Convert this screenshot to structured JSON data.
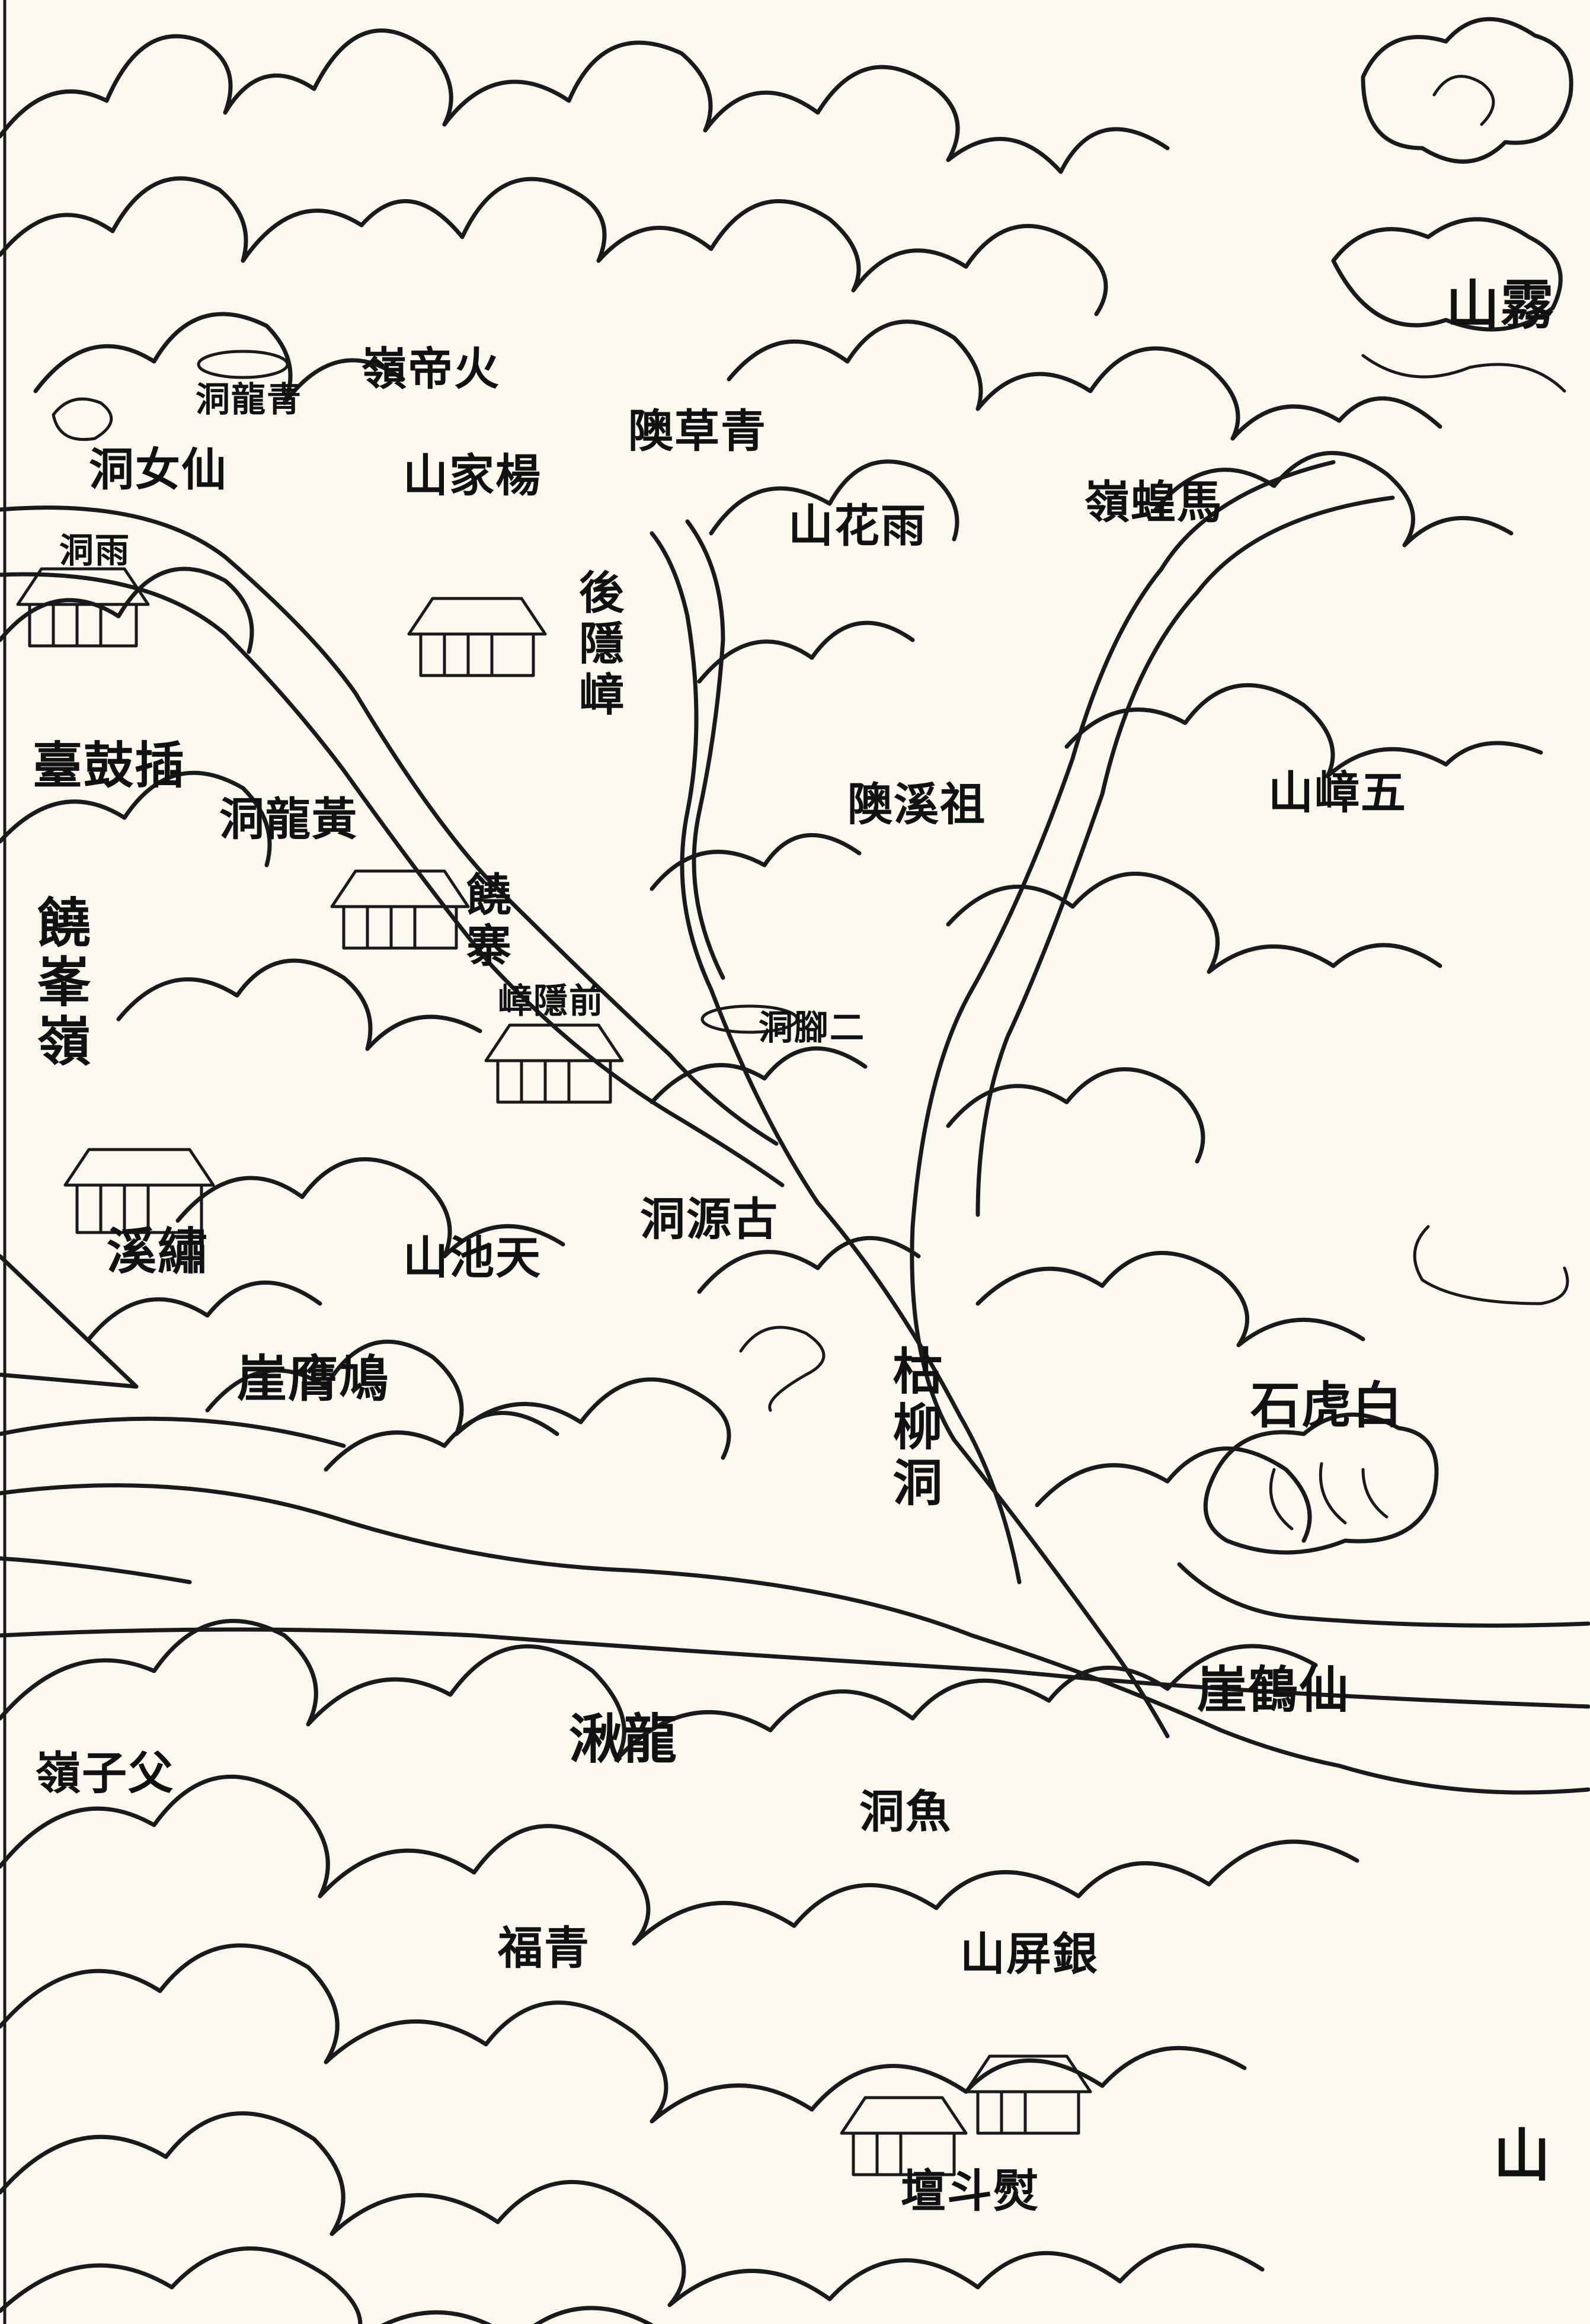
{
  "colors": {
    "paper": "#fbf8f0",
    "ink": "#1a1a1a"
  },
  "labels": {
    "qinglong_dong_top": "洞龍青",
    "huodi_ling": "嶺帝火",
    "xiannu_dong": "洞女仙",
    "yangjia_shan": "山家楊",
    "qingcao_ao": "隩草青",
    "yuhua_shan": "山花雨",
    "mahuang_ling": "嶺蝗馬",
    "wu_shan": "山霧",
    "yuchi_dong": "洞雨",
    "houzhang_zhang": "後隱嶂",
    "chagu_tai": "臺鼓插",
    "huanglong_dong": "洞龍黃",
    "zuxi_ao": "隩溪祖",
    "wuzhang_shan": "山嶂五",
    "raofeng_ling": "饒峯嶺",
    "raozhai": "饒寨",
    "qianzhang_zhang": "嶂隱前",
    "erjiao_dong": "洞腳二",
    "xiuxi": "溪繡",
    "tianchi_shan": "山池天",
    "guyuan_dong": "洞源古",
    "wuying_ya": "崖膺鳩",
    "kuliu_dong": "枯柳洞",
    "baihu_shi": "石虎白",
    "xianhe_ya": "崖鶴仙",
    "longqiu": "湫龍",
    "fuzi_ling": "嶺子父",
    "yu_dong": "洞魚",
    "qing_fu": "福青",
    "yinping_shan": "山屏銀",
    "weidou_tan": "壇斗熨",
    "shan_bottom": "山"
  }
}
